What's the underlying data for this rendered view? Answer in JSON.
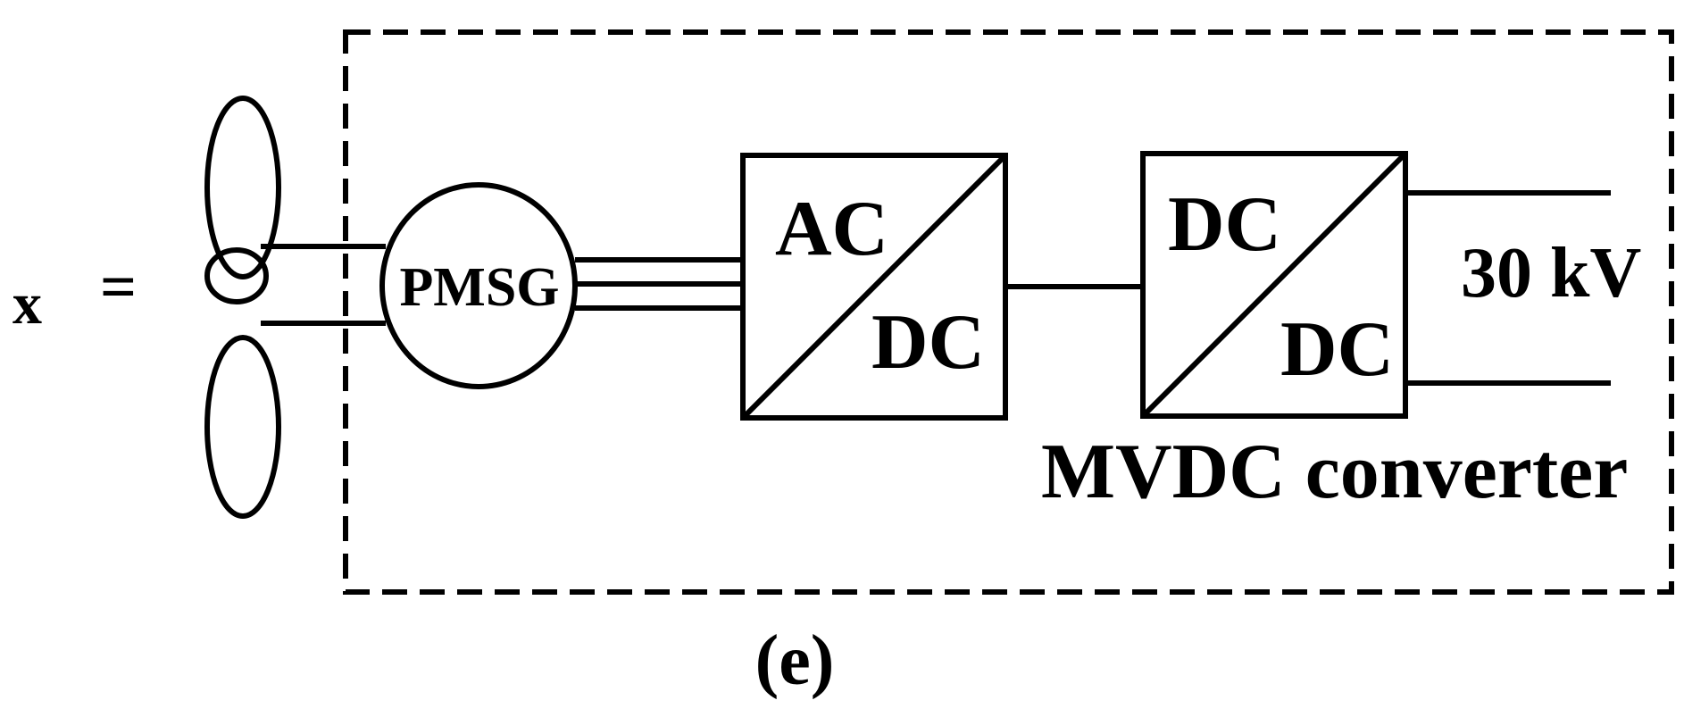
{
  "labels": {
    "variable": "x",
    "equals": "=",
    "generator": "PMSG",
    "rectifier_in": "AC",
    "rectifier_out": "DC",
    "converter_in": "DC",
    "converter_out": "DC",
    "voltage": "30 kV",
    "converter_caption": "MVDC converter",
    "figure_label": "(e)"
  },
  "colors": {
    "stroke": "#000000",
    "background": "#ffffff"
  }
}
